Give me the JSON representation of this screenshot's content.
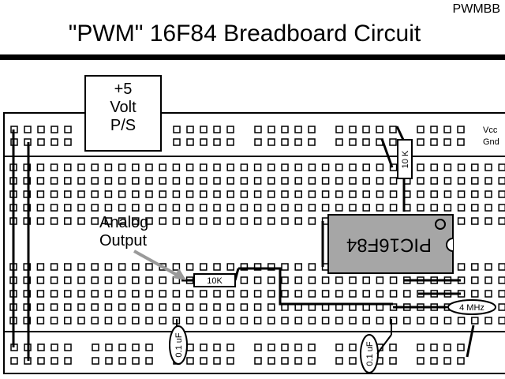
{
  "header": {
    "file_id": "PWMBB",
    "title": "\"PWM\" 16F84 Breadboard Circuit"
  },
  "power_supply": {
    "line1": "+5",
    "line2": "Volt",
    "line3": "P/S"
  },
  "rail_labels": {
    "vcc": "Vcc",
    "gnd": "Gnd"
  },
  "chip": {
    "label": "PIC16F84"
  },
  "components": {
    "pullup_resistor": "10 K",
    "output_resistor": "10K",
    "capacitor_left": "0.1 uF",
    "capacitor_right": "0.1 uF",
    "crystal": "4 MHz"
  },
  "annotation": {
    "line1": "Analog",
    "line2": "Output"
  },
  "colors": {
    "ink": "#000000",
    "paper": "#ffffff",
    "pointer": "#9a9a9a"
  }
}
